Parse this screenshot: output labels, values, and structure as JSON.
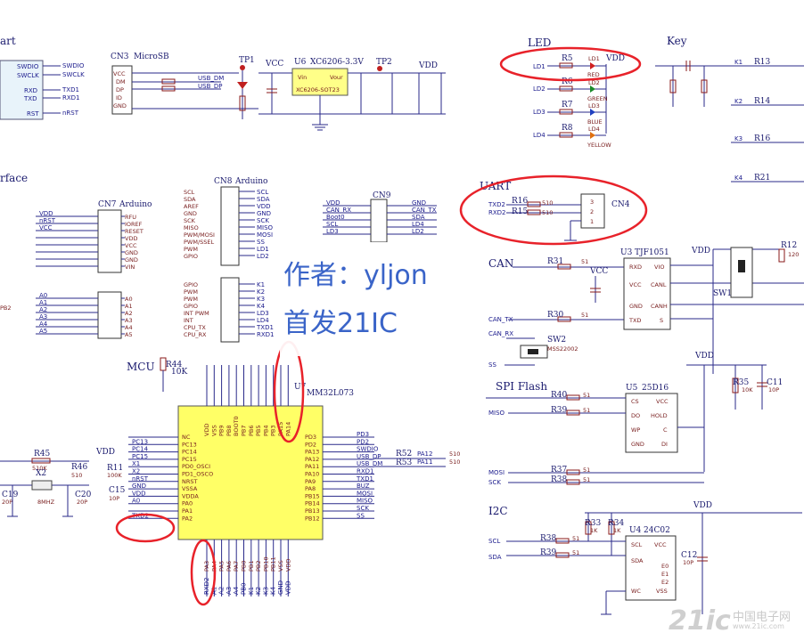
{
  "sections": {
    "uart_top": "art",
    "microusb": "MicroSB",
    "led": "LED",
    "key": "Key",
    "interface": "rface",
    "arduino": "Arduino",
    "uart": "UART",
    "can": "CAN",
    "mcu": "MCU",
    "spi_flash": "SPI Flash",
    "i2c": "I2C"
  },
  "overlay": {
    "line1": "作者：yljon",
    "line2": "首发21IC"
  },
  "watermark": {
    "logo": "21ic",
    "cn": "中国电子网",
    "url": "www.21ic.com"
  },
  "refs": {
    "cn3": "CN3",
    "u6": "U6",
    "u6_part": "XC6206-3.3V",
    "u6_pkg": "XC6206-SOT23",
    "tp1": "TP1",
    "tp2": "TP2",
    "vcc": "VCC",
    "vdd": "VDD",
    "cn7": "CN7",
    "cn8": "CN8",
    "cn9": "CN9",
    "cn4": "CN4",
    "u7": "U7",
    "u7_part": "MM32L073",
    "u3": "U3",
    "u3_part": "TJF1051",
    "u5": "U5",
    "u5_part": "25D16",
    "u4": "U4",
    "u4_part": "24C02",
    "sw": "SW2",
    "sw_part": "MSS22002",
    "r44": "R44",
    "r44v": "10K",
    "c19": "C19",
    "c19v": "20P",
    "c20": "C20",
    "c20v": "20P",
    "x2": "X2",
    "x2v": "8MHZ",
    "r45": "R45",
    "r45v": "510K",
    "r46": "R46",
    "r46v": "510",
    "r11": "R11",
    "r11v": "100K",
    "c15": "C15",
    "c15v": "10P"
  },
  "uart_nets": [
    "SWDIO",
    "SWCLK",
    "RXD",
    "TXD",
    "RST"
  ],
  "uart_nets_r": [
    "SWDIO",
    "SWCLK",
    "TXD1",
    "RXD1",
    "nRST"
  ],
  "usb_pins": [
    "VCC",
    "DM",
    "DP",
    "ID",
    "GND"
  ],
  "usb_nets": [
    "USB_DM",
    "USB_DP"
  ],
  "led_nets": [
    "LD1",
    "LD2",
    "LD3",
    "LD4"
  ],
  "led_names": [
    "LD1",
    "LD2",
    "LD3",
    "LD4"
  ],
  "led_colors": [
    "RED",
    "GREEN",
    "BLUE",
    "YELLOW"
  ],
  "led_res": [
    "R5",
    "R6",
    "R7",
    "R8"
  ],
  "key_nets": [
    "K1",
    "K2",
    "K3",
    "K4"
  ],
  "key_res": [
    "R13",
    "R14",
    "R16",
    "R21"
  ],
  "cn7_left": [
    "VDD",
    "nRST",
    "VCC",
    "",
    "",
    "",
    "",
    "",
    "A0",
    "A1",
    "A2",
    "A3",
    "A4",
    "A5"
  ],
  "cn7_right": [
    "RFU",
    "IOREF",
    "RESET",
    "VDD",
    "VCC",
    "GND",
    "GND",
    "VIN",
    "A0",
    "A1",
    "A2",
    "A3",
    "A4",
    "A5"
  ],
  "cn8_left": [
    "SCL",
    "SDA",
    "AREF",
    "GND",
    "SCK",
    "MISO",
    "PWM/MOSI",
    "PWM/SSEL",
    "PWM",
    "GPIO",
    "GPIO",
    "PWM",
    "PWM",
    "GPIO",
    "INT PWM",
    "INT",
    "CPU_TX",
    "CPU_RX"
  ],
  "cn8_right": [
    "SCL",
    "SDA",
    "VDD",
    "GND",
    "SCK",
    "MISO",
    "MOSI",
    "SS",
    "LD1",
    "LD2",
    "K1",
    "K2",
    "K3",
    "K4",
    "LD3",
    "LD4",
    "TXD1",
    "RXD1"
  ],
  "cn9_left": [
    "VDD",
    "CAN_RX",
    "Boot0",
    "SCL",
    "LD3"
  ],
  "cn9_right": [
    "GND",
    "CAN_TX",
    "SDA",
    "LD4",
    "LD2"
  ],
  "cn4_nets": [
    "TXD2",
    "RXD2"
  ],
  "cn4_res": [
    "R16",
    "R15"
  ],
  "cn4_pins": [
    "3",
    "2",
    "1"
  ],
  "can_nets": [
    "CAN_TX",
    "CAN_RX",
    "SS"
  ],
  "u3_pins_l": [
    "RXD",
    "VCC",
    "GND",
    "TXD"
  ],
  "u3_pins_r": [
    "VIO",
    "CANL",
    "CANH",
    "S"
  ],
  "u7_left": [
    "NC",
    "PC13",
    "PC14",
    "PC15",
    "PD0_OSCI",
    "PD1_OSCO",
    "NRST",
    "VSSA",
    "VDDA",
    "PA0",
    "PA1",
    "PA2"
  ],
  "u7_left_nets": [
    "",
    "PC13",
    "PC14",
    "PC15",
    "X1",
    "X2",
    "nRST",
    "GND",
    "VDD",
    "A0",
    "",
    "TXD2"
  ],
  "u7_right": [
    "PD3",
    "PD2",
    "PA13",
    "PA12",
    "PA11",
    "PA10",
    "PA9",
    "PA8",
    "PB15",
    "PB14",
    "PB13",
    "PB12"
  ],
  "u7_right_nets": [
    "PD3",
    "PD2",
    "SWDIO",
    "USB_DP",
    "USB_DM",
    "RXD1",
    "TXD1",
    "BUZ",
    "MOSI",
    "MISO",
    "SCK",
    "SS"
  ],
  "u7_top": [
    "VDD",
    "VSS",
    "PB9",
    "PB8",
    "BOOT0",
    "PB7",
    "PB6",
    "PB5",
    "PB4",
    "PB3",
    "PA15",
    "PA14"
  ],
  "u7_bottom": [
    "PA3",
    "PA4",
    "PA5",
    "PA6",
    "PA7",
    "PB0",
    "PB1",
    "PB2",
    "PB10",
    "PB11",
    "VSS",
    "VDD"
  ],
  "u7_bottom_nets": [
    "RXD2",
    "A1",
    "A2",
    "A3",
    "A4",
    "PB0",
    "K1",
    "K2",
    "K3",
    "K4",
    "GND",
    "VDD"
  ],
  "u5_pins_l": [
    "CS",
    "DO",
    "WP",
    "GND"
  ],
  "u5_pins_r": [
    "VCC",
    "HOLD",
    "C",
    "DI"
  ],
  "spi_nets": [
    "MISO",
    "MOSI",
    "SCK"
  ],
  "u4_pins_l": [
    "SCL",
    "SDA",
    "WC"
  ],
  "u4_pins_r": [
    "VCC",
    "E0",
    "E1",
    "E2",
    "VSS"
  ],
  "i2c_nets": [
    "SCL",
    "SDA"
  ],
  "pa_nets": [
    "PA12",
    "PA11"
  ],
  "pa_res": [
    "R52",
    "R53"
  ],
  "pa_val": "510",
  "misc": {
    "pb2": "PB2",
    "res51": "51",
    "r1k": "1K",
    "r10k": "10K",
    "c10p": "10P",
    "r120": "120",
    "r12": "R12"
  }
}
